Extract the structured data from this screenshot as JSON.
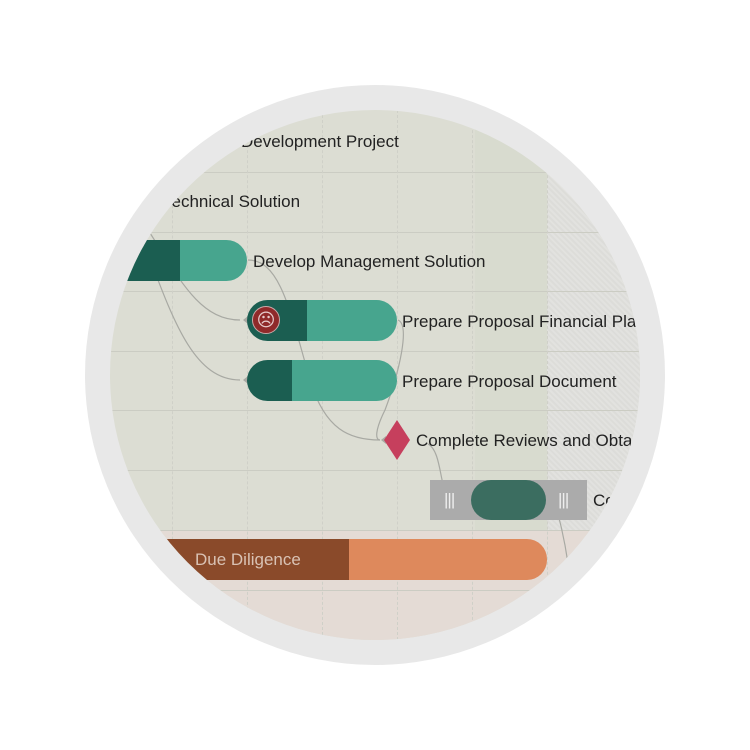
{
  "tasks": [
    {
      "name": "Development Project"
    },
    {
      "name": "Technical Solution"
    },
    {
      "name": "Develop Management Solution"
    },
    {
      "name": "Prepare Proposal Financial Plan",
      "status_icon": "sad-face-icon"
    },
    {
      "name": "Prepare Proposal Document"
    },
    {
      "name": "Complete Reviews and Obtain",
      "type": "milestone"
    },
    {
      "name": "Co",
      "state": "selected"
    },
    {
      "name": "Due Diligence"
    }
  ],
  "colors": {
    "done": "#1b5e51",
    "todo": "#47a58e",
    "milestone": "#c63f5d",
    "dd_done": "#8a4a2a",
    "dd_todo": "#de895c",
    "warning": "#8f2a2a"
  }
}
